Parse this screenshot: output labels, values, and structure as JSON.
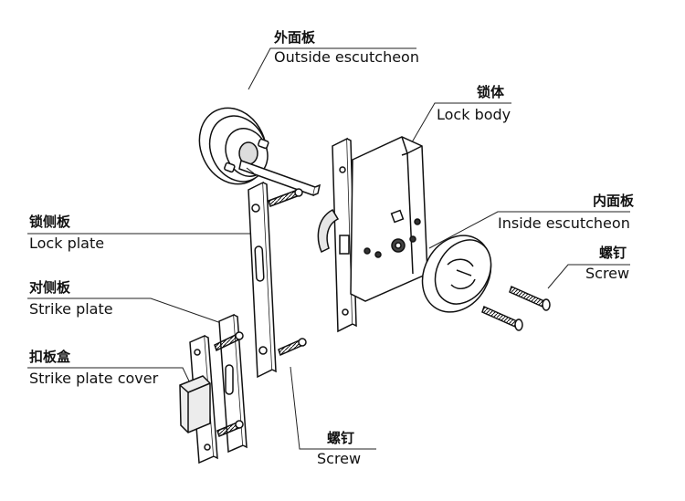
{
  "labels": {
    "outside_escutcheon": {
      "cn": "外面板",
      "en": "Outside escutcheon"
    },
    "lock_body": {
      "cn": "锁体",
      "en": "Lock body"
    },
    "inside_escutcheon": {
      "cn": "内面板",
      "en": "Inside escutcheon"
    },
    "screw_right": {
      "cn": "螺钉",
      "en": "Screw"
    },
    "lock_plate": {
      "cn": "锁侧板",
      "en": "Lock plate"
    },
    "strike_plate": {
      "cn": "对侧板",
      "en": "Strike plate"
    },
    "strike_plate_cover": {
      "cn": "扣板盒",
      "en": "Strike plate cover"
    },
    "screw_bottom": {
      "cn": "螺钉",
      "en": "Screw"
    }
  }
}
